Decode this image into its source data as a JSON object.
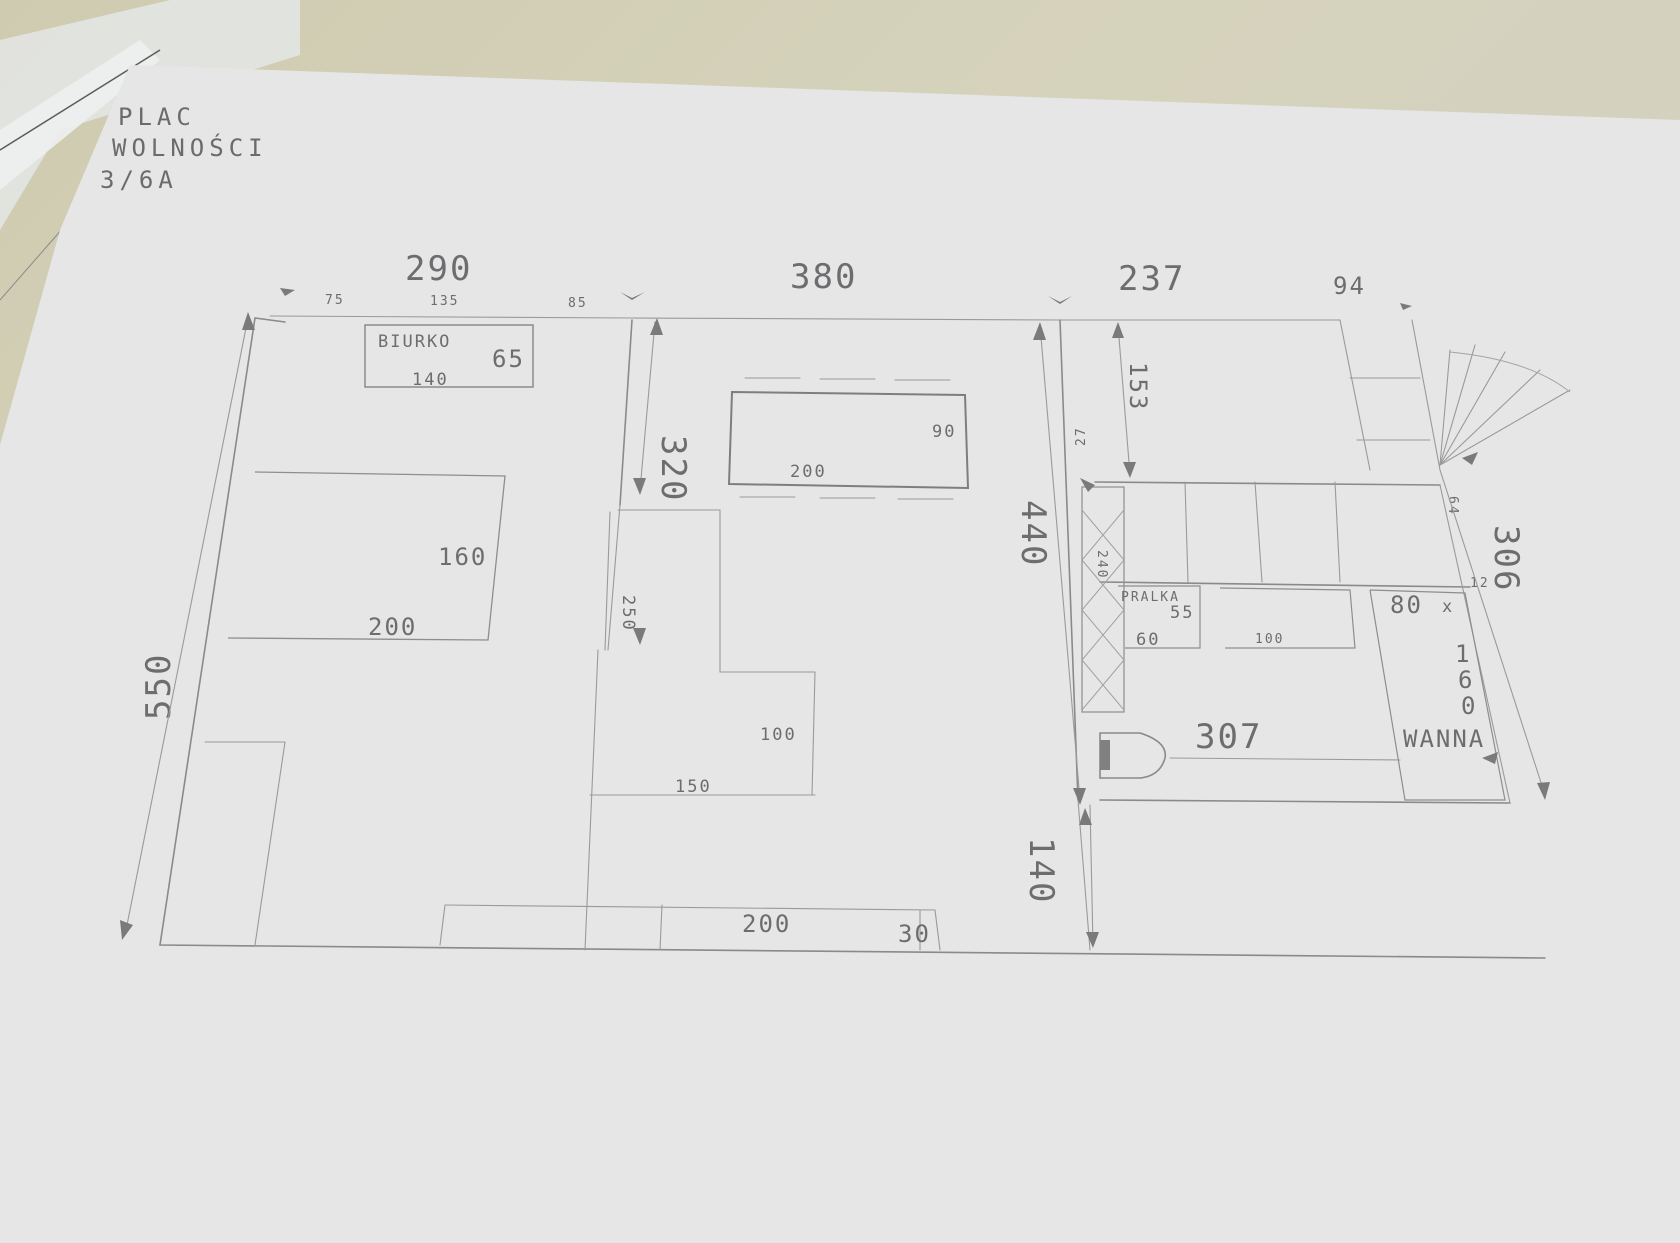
{
  "title_lines": [
    "PLAC",
    "WOLNOŚCI",
    "3/6A"
  ],
  "dimensions": {
    "room1_width": "290",
    "room2_width": "380",
    "room3_width": "237",
    "room3_extra": "94",
    "left_height": "550",
    "mid_height": "320",
    "right_height": "440",
    "bath_height": "306",
    "bottom_right": "140",
    "seg_75": "75",
    "seg_135": "135",
    "seg_85": "85",
    "seg_153": "153",
    "seg_27": "27",
    "seg_250": "250",
    "seg_100": "100",
    "seg_150": "150",
    "seg_200_bottom": "200",
    "seg_30": "30",
    "seg_240": "240",
    "seg_64": "64",
    "seg_12": "12",
    "seg_307": "307"
  },
  "furniture": {
    "desk_label": "BIURKO",
    "desk_depth": "65",
    "desk_width": "140",
    "bed_width": "160",
    "bed_length": "200",
    "table_length": "200",
    "table_depth": "90",
    "washer_label": "PRALKA",
    "washer_depth": "55",
    "washer_width": "60",
    "cabinet_width": "100",
    "bath_label": "WANNA",
    "bath_width": "80",
    "bath_x": "x",
    "bath_length_digits": [
      "1",
      "6",
      "0"
    ]
  }
}
